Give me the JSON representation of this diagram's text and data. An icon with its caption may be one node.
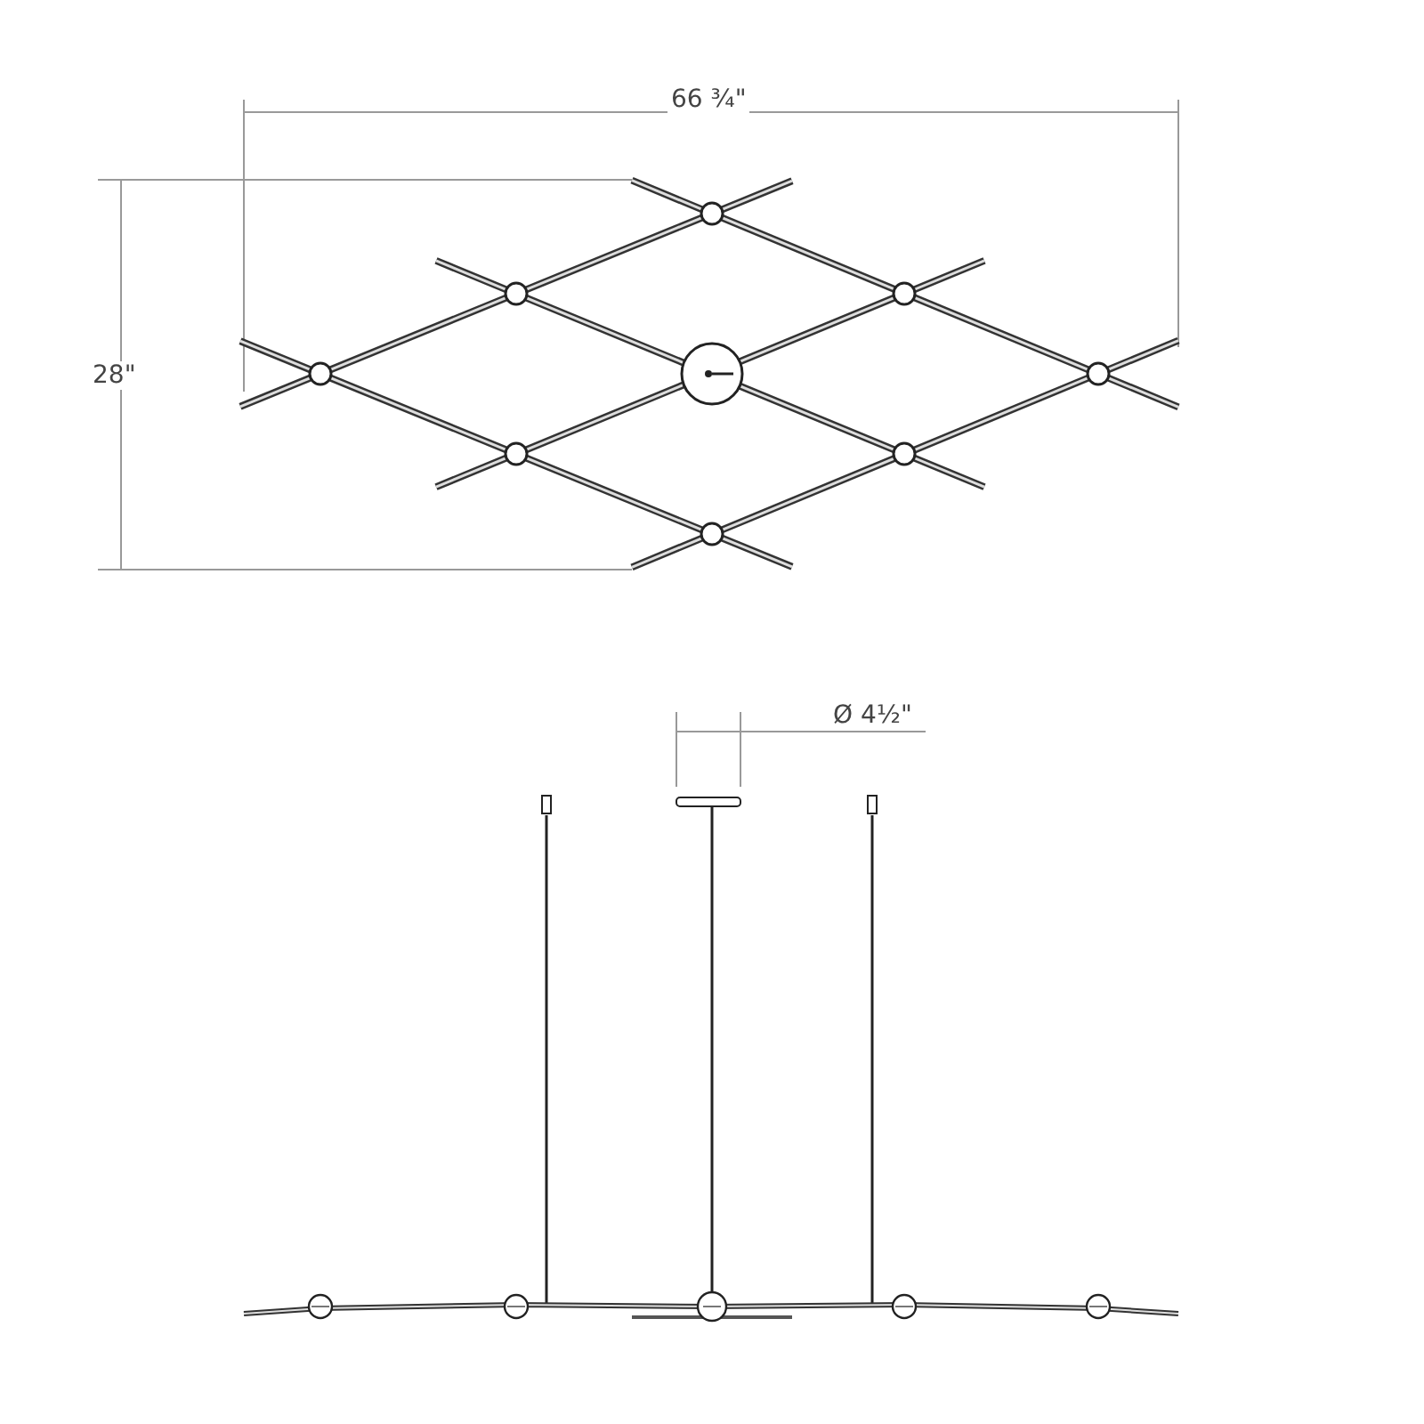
{
  "diagram": {
    "labels": [
      "66 ¾\"",
      "28\"",
      "Ø 4½\""
    ]
  }
}
